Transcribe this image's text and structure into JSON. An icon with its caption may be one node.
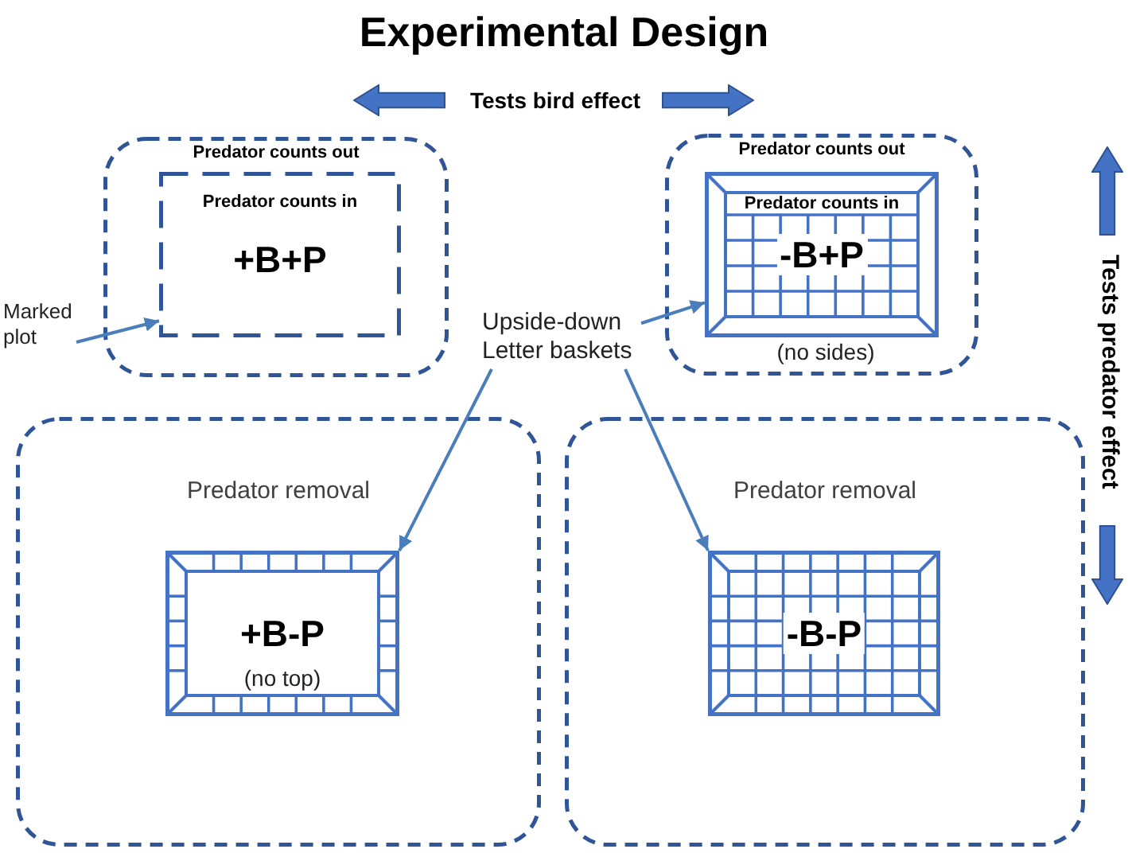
{
  "diagram": {
    "title": "Experimental Design",
    "nodes": [
      {
        "text": [
          "Predator counts out"
        ]
      },
      {
        "text": [
          "Predator counts in",
          "+B+P"
        ],
        "in": 0
      },
      {
        "text": [
          "Predator counts out"
        ]
      },
      {
        "text": [
          "Predator counts in",
          "-B+P"
        ],
        "in": 2,
        "beside": [
          "(no sides)"
        ]
      },
      {
        "text": [
          "Predator removal"
        ]
      },
      {
        "text": [
          "+B-P",
          "(no top)"
        ],
        "in": 4
      },
      {
        "text": [
          "Predator removal"
        ]
      },
      {
        "text": [
          "-B-P"
        ],
        "in": 6
      },
      {
        "text": [
          "Marked plot"
        ]
      },
      {
        "text": [
          "Upside-down Letter baskets"
        ]
      }
    ],
    "edges": [
      {
        "from": 8,
        "to": 1,
        "arrow": "to"
      },
      {
        "from": 9,
        "to": 3,
        "arrow": "to"
      },
      {
        "from": 9,
        "to": 5,
        "arrow": "to"
      },
      {
        "from": 9,
        "to": 7,
        "arrow": "to"
      }
    ],
    "labels": [
      "Tests bird effect",
      "Tests predator effect"
    ]
  }
}
